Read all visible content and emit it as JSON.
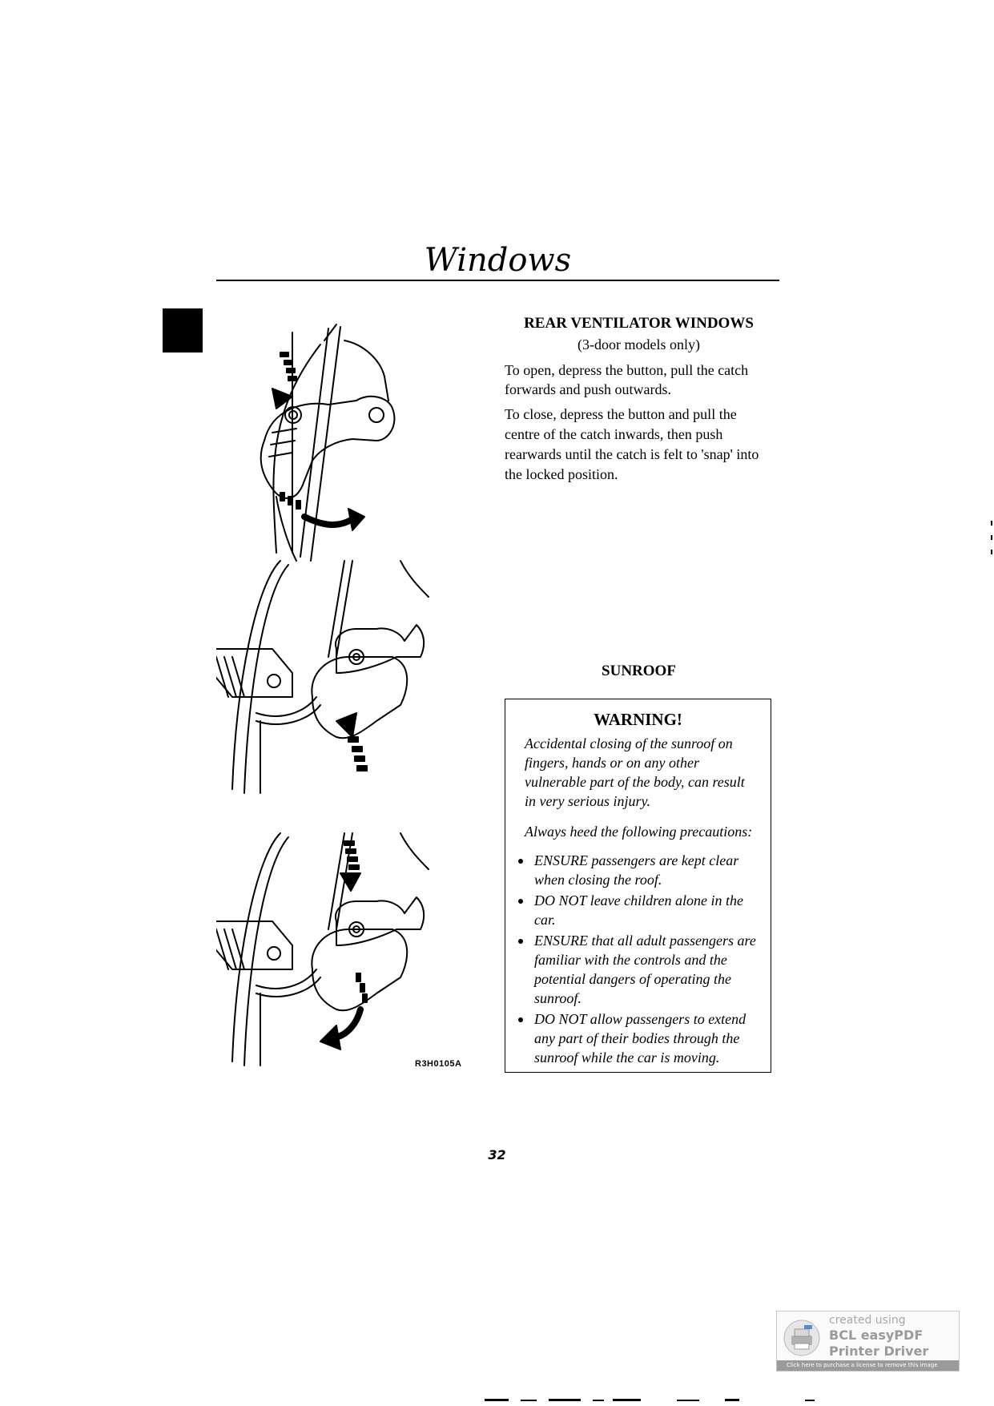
{
  "page": {
    "title": "Windows",
    "page_number": "32"
  },
  "figure": {
    "code": "R3H0105A"
  },
  "rear_ventilator": {
    "heading": "REAR VENTILATOR WINDOWS",
    "subheading": "(3-door models only)",
    "para_open": "To open, depress the button, pull the catch forwards and push outwards.",
    "para_close": "To close, depress the button and pull the centre of the catch inwards, then push rearwards until the catch is felt to 'snap' into the locked position."
  },
  "sunroof": {
    "heading": "SUNROOF",
    "warning": {
      "title": "WARNING!",
      "intro": "Accidental closing of the sunroof on fingers, hands or on any other vulnerable part of the body, can result in very serious injury.",
      "lead": "Always heed the following precautions:",
      "items": [
        "ENSURE passengers are kept clear when closing the roof.",
        "DO NOT leave children alone in the car.",
        "ENSURE that all adult passengers are familiar with the controls and the potential dangers of operating the sunroof.",
        "DO NOT allow passengers to extend any part of their bodies through the sunroof while the car is moving."
      ]
    }
  },
  "badge": {
    "line1": "created using",
    "line2": "BCL easyPDF",
    "line3": "Printer Driver",
    "strip": "Click here to purchase a license to remove this image"
  }
}
